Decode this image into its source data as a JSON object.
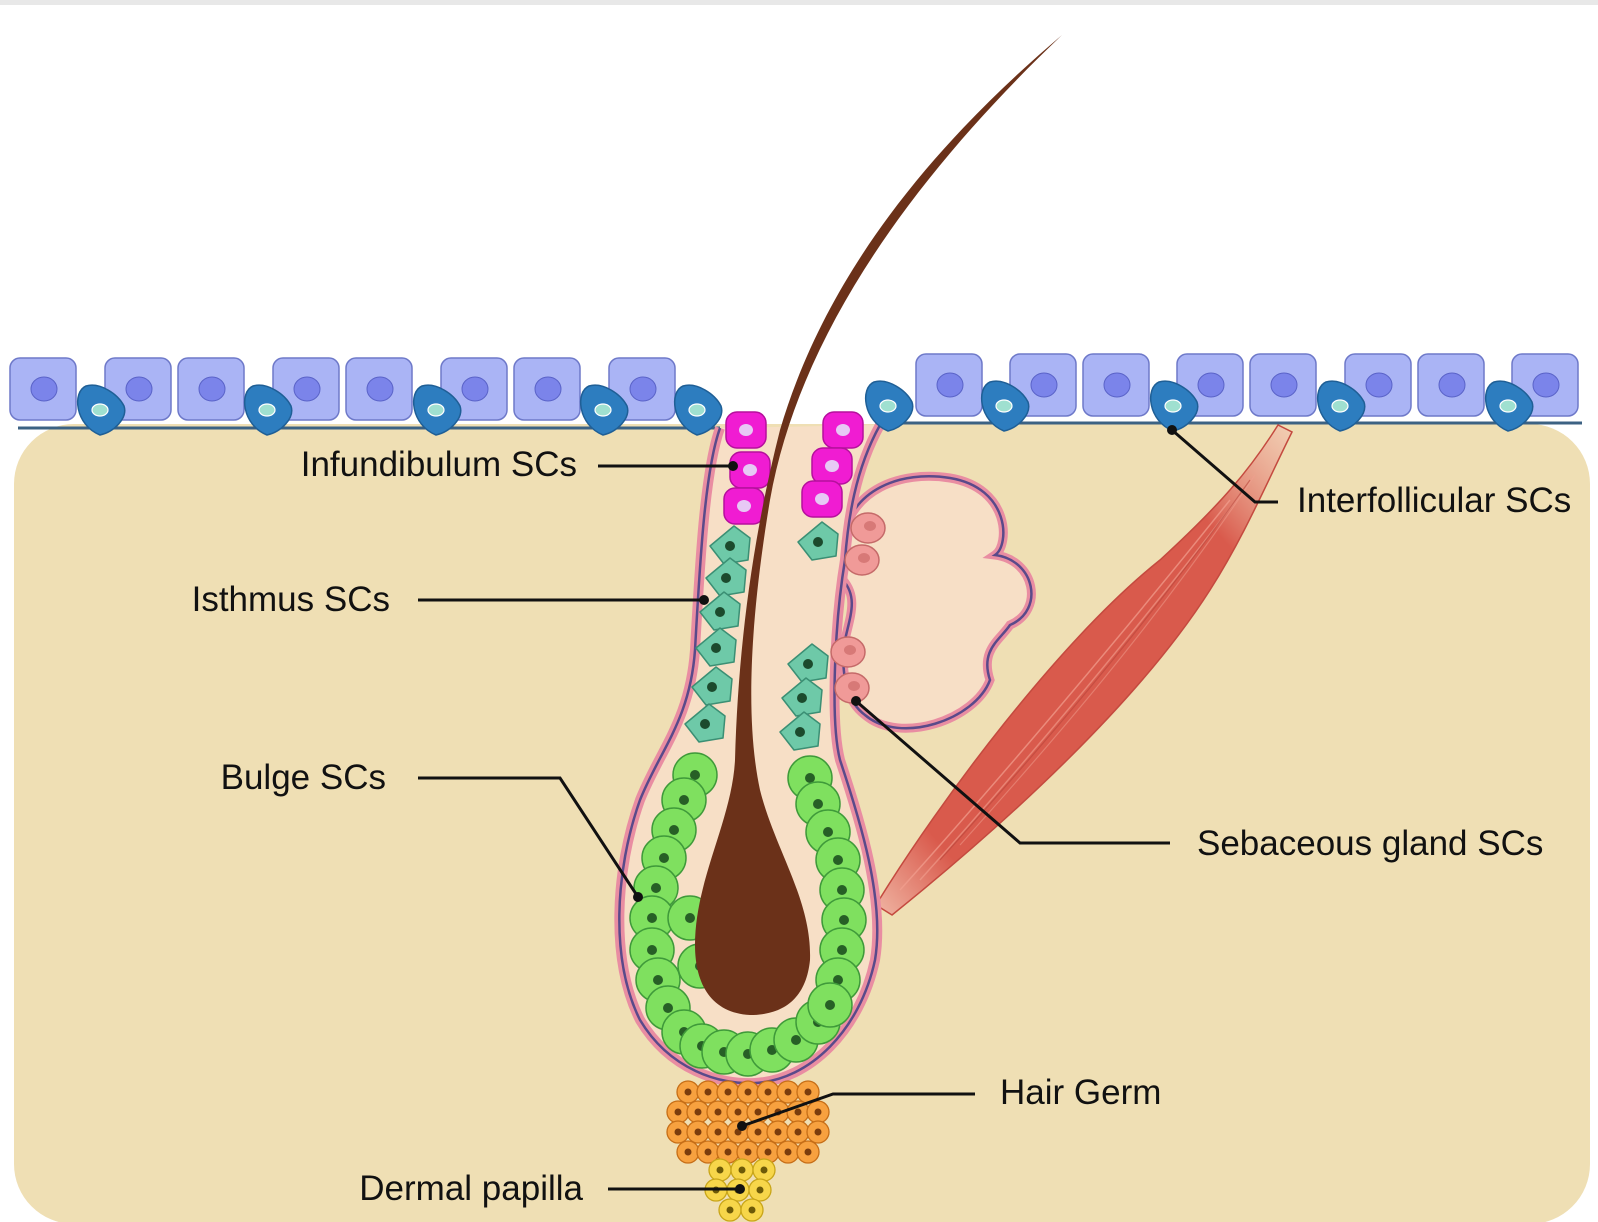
{
  "labels": {
    "infundibulum": "Infundibulum SCs",
    "isthmus": "Isthmus SCs",
    "bulge": "Bulge SCs",
    "interfollicular": "Interfollicular SCs",
    "sebaceous": "Sebaceous gland SCs",
    "hair_germ": "Hair Germ",
    "dermal_papilla": "Dermal papilla"
  },
  "colors": {
    "dermis": "#efdfb4",
    "keratinocyte": "#aab4f5",
    "keratinocyte_nucleus": "#7b84ea",
    "basal_sc": "#2d7dbf",
    "infundibulum_sc": "#f01cd2",
    "isthmus_sc": "#6ec9a8",
    "bulge_sc": "#7fe05f",
    "sebaceous_sc": "#f09a98",
    "hair_germ": "#f7a13f",
    "dermal_papilla": "#f7d64a",
    "hair_shaft": "#6b3119",
    "follicle_sheath": "#e98da2",
    "muscle": "#d8584b"
  }
}
